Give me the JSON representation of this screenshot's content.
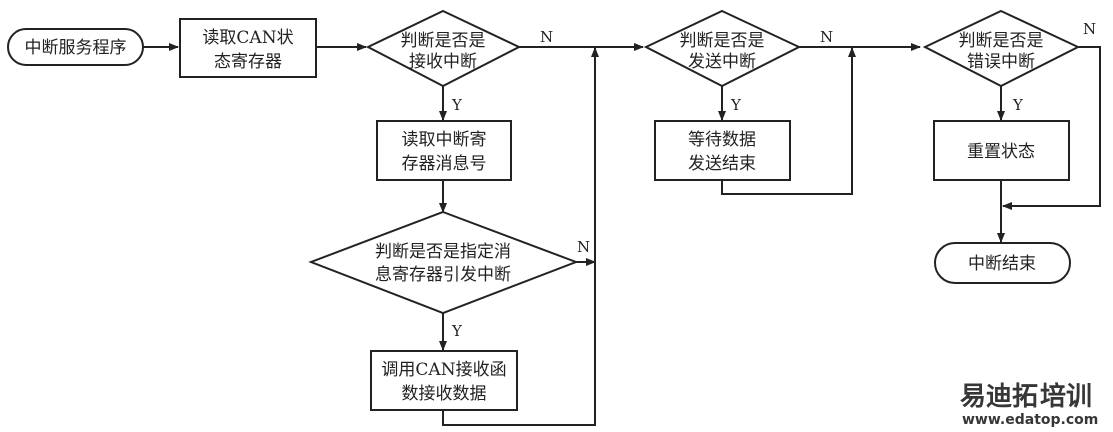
{
  "nodes": {
    "start": {
      "type": "terminal",
      "text": "中断服务程序"
    },
    "read_can_status": {
      "type": "process",
      "lines": [
        "读取CAN状",
        "态寄存器"
      ]
    },
    "is_receive_int": {
      "type": "decision",
      "lines": [
        "判断是否是",
        "接收中断"
      ]
    },
    "read_msg_num": {
      "type": "process",
      "lines": [
        "读取中断寄",
        "存器消息号"
      ]
    },
    "is_specified_msg": {
      "type": "decision",
      "lines": [
        "判断是否是指定消",
        "息寄存器引发中断"
      ]
    },
    "call_can_receive": {
      "type": "process",
      "lines": [
        "调用CAN接收函",
        "数接收数据"
      ]
    },
    "is_send_int": {
      "type": "decision",
      "lines": [
        "判断是否是",
        "发送中断"
      ]
    },
    "wait_send_done": {
      "type": "process",
      "lines": [
        "等待数据",
        "发送结束"
      ]
    },
    "is_error_int": {
      "type": "decision",
      "lines": [
        "判断是否是",
        "错误中断"
      ]
    },
    "reset_status": {
      "type": "process",
      "lines": [
        "重置状态"
      ]
    },
    "end": {
      "type": "terminal",
      "text": "中断结束"
    }
  },
  "labels": {
    "yes": "Y",
    "no": "N"
  },
  "edges": [
    {
      "from": "start",
      "to": "read_can_status"
    },
    {
      "from": "read_can_status",
      "to": "is_receive_int"
    },
    {
      "from": "is_receive_int",
      "to": "read_msg_num",
      "label": "Y"
    },
    {
      "from": "is_receive_int",
      "to": "is_send_int",
      "label": "N"
    },
    {
      "from": "read_msg_num",
      "to": "is_specified_msg"
    },
    {
      "from": "is_specified_msg",
      "to": "call_can_receive",
      "label": "Y"
    },
    {
      "from": "is_specified_msg",
      "to": "is_send_int",
      "label": "N"
    },
    {
      "from": "call_can_receive",
      "to": "is_send_int"
    },
    {
      "from": "is_send_int",
      "to": "wait_send_done",
      "label": "Y"
    },
    {
      "from": "is_send_int",
      "to": "is_error_int",
      "label": "N"
    },
    {
      "from": "wait_send_done",
      "to": "is_error_int"
    },
    {
      "from": "is_error_int",
      "to": "reset_status",
      "label": "Y"
    },
    {
      "from": "is_error_int",
      "to": "end",
      "label": "N"
    },
    {
      "from": "reset_status",
      "to": "end"
    }
  ],
  "watermark": {
    "brand_part1": "易迪拓",
    "brand_part2": "培训",
    "url": "www.edatop.com",
    "color_red": "#e8868a",
    "color_blue": "#8fa7c9",
    "color_gray": "#a8b4c4"
  }
}
